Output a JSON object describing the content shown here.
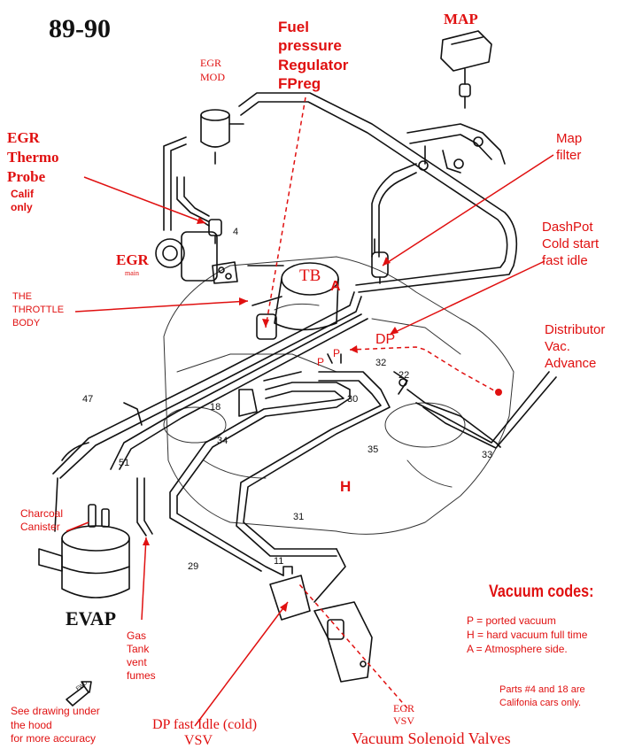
{
  "title": "89-90",
  "labels": {
    "fuel_pressure_regulator": "Fuel\npressure\nRegulator\nFPreg",
    "map": "MAP",
    "egr_mod": "EGR\nMOD",
    "egr_thermo_probe": "EGR\nThermo\nProbe",
    "calif_only": "Calif\nonly",
    "egr_main_big": "EGR",
    "egr_main_small": "main",
    "map_filter": "Map\nfilter",
    "dashpot": "DashPot\nCold start\nfast idle",
    "tb": "TB",
    "a_marker": "A",
    "throttle_body": "THE\nTHROTTLE\nBODY",
    "dp": "DP",
    "p1": "P",
    "p2": "P",
    "distributor": "Distributor\nVac.\nAdvance",
    "h_marker": "H",
    "charcoal_canister": "Charcoal\nCanister",
    "evap": "EVAP",
    "gas_tank": "Gas\nTank\nvent\nfumes",
    "see_drawing": "See drawing under\nthe hood\nfor more accuracy",
    "fwd": "FWD",
    "dp_fast_idle": "DP fast Idle (cold)",
    "vsv": "VSV",
    "egr_vsv": "EGR\nVSV",
    "vacuum_solenoid_valves": "Vacuum Solenoid Valves"
  },
  "part_numbers": {
    "n4": "4",
    "n18": "18",
    "n47": "47",
    "n51": "51",
    "n34": "34",
    "n30": "30",
    "n32": "32",
    "n22": "22",
    "n35": "35",
    "n33": "33",
    "n31": "31",
    "n29": "29",
    "n11": "11"
  },
  "vacuum_codes": {
    "heading": "Vacuum codes:",
    "p": "P = ported vacuum",
    "h": "H = hard vacuum full time",
    "a": "A = Atmosphere side."
  },
  "footnote": "Parts #4 and 18 are\nCalifonia cars only.",
  "colors": {
    "annotation": "#e01010",
    "linework": "#111111"
  }
}
